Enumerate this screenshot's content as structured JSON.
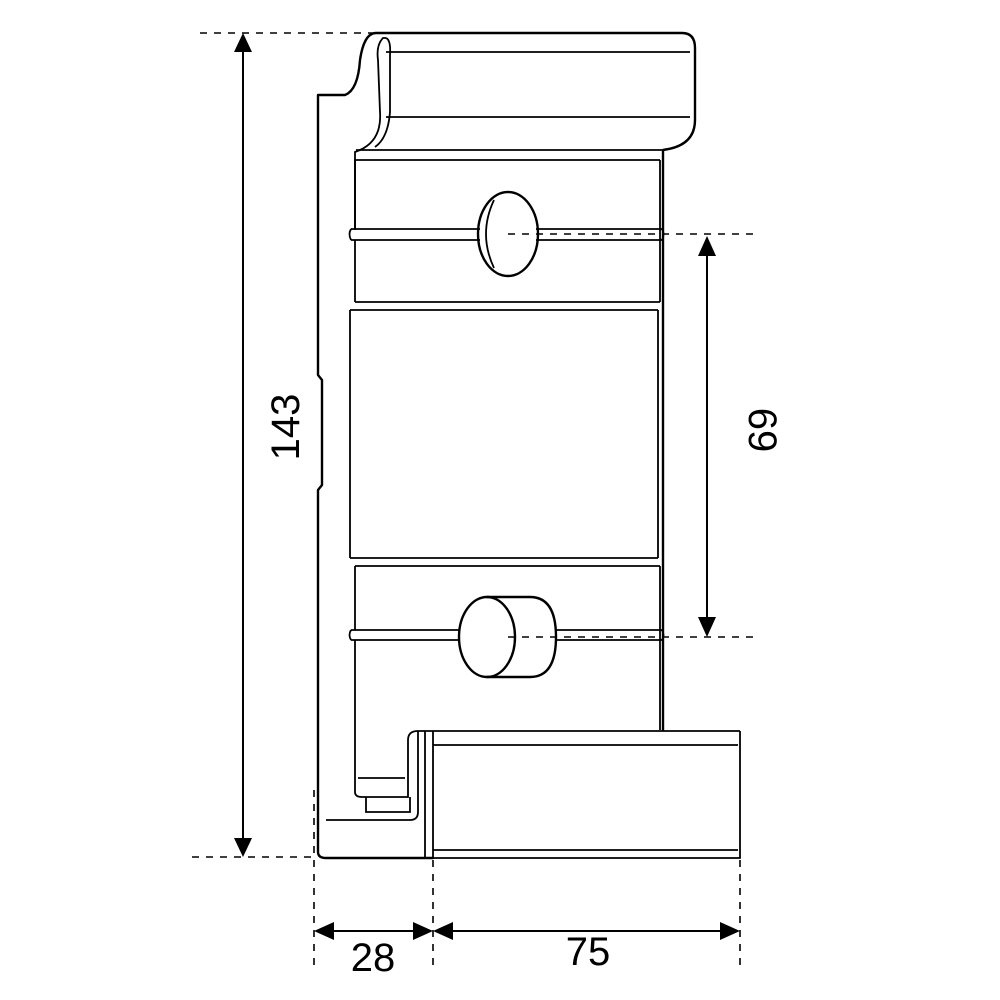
{
  "dimensions": {
    "overall_height": "143",
    "hole_spacing": "69",
    "left_width": "28",
    "right_width": "75"
  }
}
